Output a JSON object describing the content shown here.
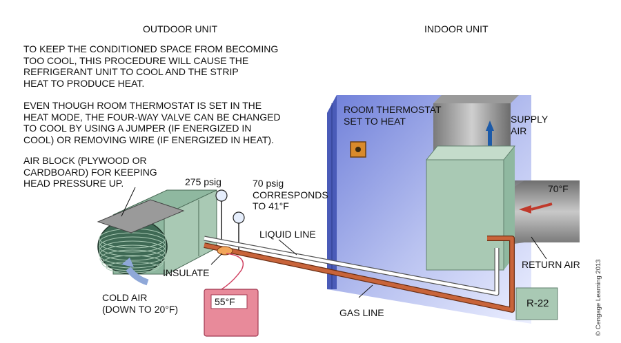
{
  "headings": {
    "outdoor": "OUTDOOR UNIT",
    "indoor": "INDOOR UNIT"
  },
  "notes": {
    "para1": [
      "TO KEEP THE CONDITIONED SPACE FROM BECOMING",
      "TOO COOL, THIS PROCEDURE WILL CAUSE THE",
      "REFRIGERANT UNIT TO COOL AND THE STRIP",
      "HEAT TO PRODUCE HEAT."
    ],
    "para2": [
      "EVEN THOUGH ROOM THERMOSTAT IS SET IN THE",
      "HEAT MODE, THE FOUR-WAY VALVE CAN BE CHANGED",
      "TO COOL BY USING A JUMPER (IF ENERGIZED IN",
      "COOL) OR REMOVING WIRE (IF ENERGIZED IN HEAT)."
    ],
    "air_block": [
      "AIR BLOCK (PLYWOOD OR",
      "CARDBOARD) FOR KEEPING",
      "HEAD PRESSURE UP."
    ]
  },
  "labels": {
    "thermostat": [
      "ROOM THERMOSTAT",
      "SET TO HEAT"
    ],
    "supply_air": [
      "SUPPLY",
      "AIR"
    ],
    "pressure_high": "275 psig",
    "pressure_low": [
      "70 psig",
      "CORRESPONDS",
      "TO 41°F"
    ],
    "liquid_line": "LIQUID LINE",
    "return_temp": "70°F",
    "return_air": "RETURN AIR",
    "insulate": "INSULATE",
    "cold_air": [
      "COLD AIR",
      "(DOWN TO 20°F)"
    ],
    "gas_line": "GAS LINE",
    "thermometer_reading": "55°F",
    "refrigerant": "R-22"
  },
  "credit": "© Cengage Learning 2013",
  "colors": {
    "unit_green": "#a9c9b4",
    "pipe_copper": "#c8643a",
    "meter_pink": "#e88a9a",
    "wall_blue": "#5b6ec7",
    "duct_gray": "#8a8a8a"
  }
}
